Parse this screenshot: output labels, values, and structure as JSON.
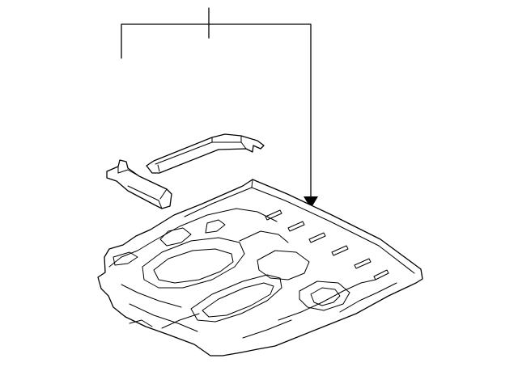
{
  "diagram": {
    "type": "exploded-parts-illustration",
    "parts": [
      {
        "id": "floor-pan",
        "icon": "rear-floor-pan-icon"
      },
      {
        "id": "crossmember-upper",
        "icon": "crossmember-bracket-icon"
      },
      {
        "id": "crossmember-lower",
        "icon": "crossmember-bracket-icon"
      }
    ],
    "callout": {
      "style": "leader-with-arrow",
      "label": ""
    },
    "colors": {
      "line": "#000000",
      "background": "#ffffff"
    }
  }
}
